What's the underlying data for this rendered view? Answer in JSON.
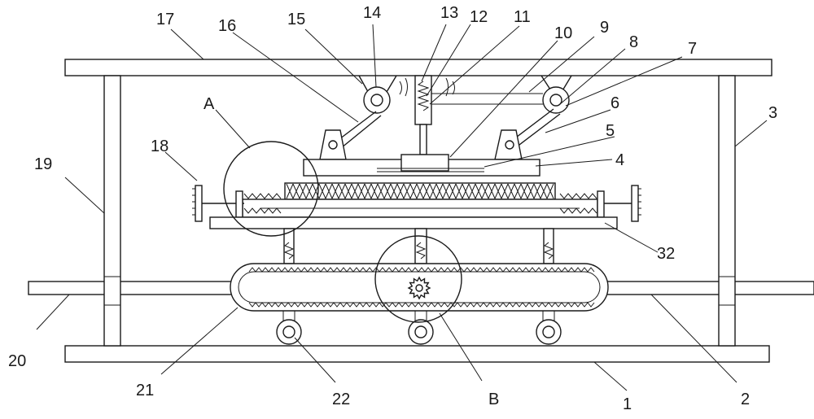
{
  "labels": {
    "l1": "1",
    "l2": "2",
    "l3": "3",
    "l4": "4",
    "l5": "5",
    "l6": "6",
    "l7": "7",
    "l8": "8",
    "l9": "9",
    "l10": "10",
    "l11": "11",
    "l12": "12",
    "l13": "13",
    "l14": "14",
    "l15": "15",
    "l16": "16",
    "l17": "17",
    "l18": "18",
    "l19": "19",
    "l20": "20",
    "l21": "21",
    "l22": "22",
    "l32": "32",
    "lA": "A",
    "lB": "B"
  },
  "colors": {
    "line": "#1a1a1a",
    "background": "#ffffff"
  }
}
